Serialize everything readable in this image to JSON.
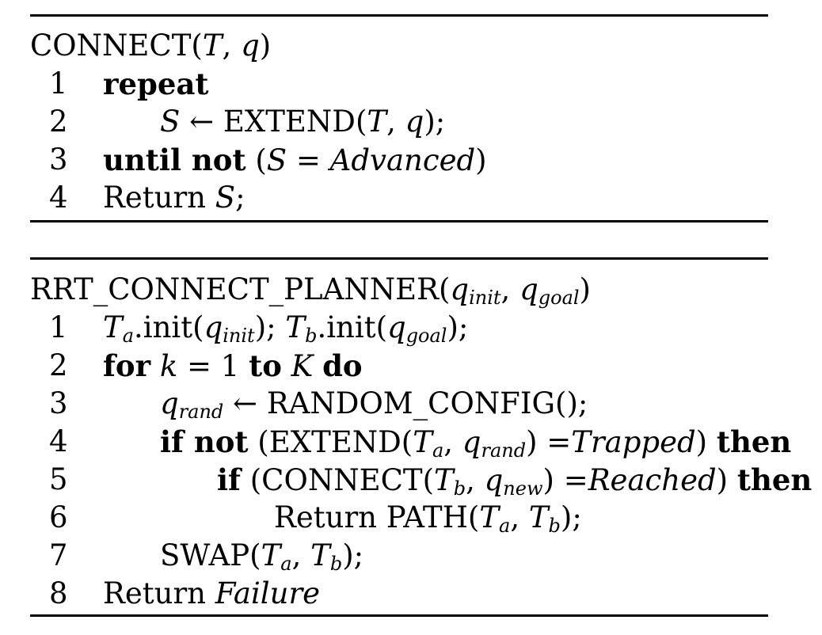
{
  "connect": {
    "header": {
      "name": "CONNECT",
      "open": "(",
      "tree": "T",
      "comma": ", ",
      "q": "q",
      "close": ")"
    },
    "lines": [
      {
        "num": "1"
      },
      {
        "num": "2"
      },
      {
        "num": "3"
      },
      {
        "num": "4"
      }
    ],
    "l1": {
      "kw": "repeat"
    },
    "l2": {
      "S": "S",
      "arrow": " ← ",
      "fn": "EXTEND(",
      "T": "T",
      "comma": ", ",
      "q": "q",
      "end": ");"
    },
    "l3": {
      "kw1": "until not",
      "open": " (",
      "S": "S",
      "eq": " = ",
      "val": "Advanced",
      "close": ")"
    },
    "l4": {
      "ret": "Return ",
      "S": "S",
      "end": ";"
    }
  },
  "planner": {
    "header": {
      "name": "RRT_CONNECT_PLANNER(",
      "q1": "q",
      "q1sub": "init",
      "comma": ", ",
      "q2": "q",
      "q2sub": "goal",
      "close": ")"
    },
    "lines": [
      {
        "num": "1"
      },
      {
        "num": "2"
      },
      {
        "num": "3"
      },
      {
        "num": "4"
      },
      {
        "num": "5"
      },
      {
        "num": "6"
      },
      {
        "num": "7"
      },
      {
        "num": "8"
      }
    ],
    "l1": {
      "Ta": "T",
      "a": "a",
      "init1": ".init(",
      "q": "q",
      "qsub": "init",
      "mid": "); ",
      "Tb": "T",
      "b": "b",
      "init2": ".init(",
      "q2": "q",
      "q2sub": "goal",
      "end": ");"
    },
    "l2": {
      "kw1": "for",
      "k": " k",
      "eq": " = 1 ",
      "kw2": "to",
      "K": " K ",
      "kw3": "do"
    },
    "l3": {
      "q": "q",
      "qsub": "rand",
      "arrow": " ← ",
      "fn": "RANDOM_CONFIG();"
    },
    "l4": {
      "kw1": "if not",
      "open": " (EXTEND(",
      "T": "T",
      "a": "a",
      "comma": ", ",
      "q": "q",
      "qsub": "rand",
      "close": ") =",
      "val": "Trapped",
      "end": ") ",
      "kw2": "then"
    },
    "l5": {
      "kw1": "if",
      "open": " (CONNECT(",
      "T": "T",
      "b": "b",
      "comma": ", ",
      "q": "q",
      "qsub": "new",
      "close": ") =",
      "val": "Reached",
      "end": ") ",
      "kw2": "then"
    },
    "l6": {
      "ret": "Return PATH(",
      "Ta": "T",
      "a": "a",
      "comma": ", ",
      "Tb": "T",
      "b": "b",
      "end": ");"
    },
    "l7": {
      "fn": "SWAP(",
      "Ta": "T",
      "a": "a",
      "comma": ", ",
      "Tb": "T",
      "b": "b",
      "end": ");"
    },
    "l8": {
      "ret": "Return ",
      "val": "Failure"
    }
  }
}
